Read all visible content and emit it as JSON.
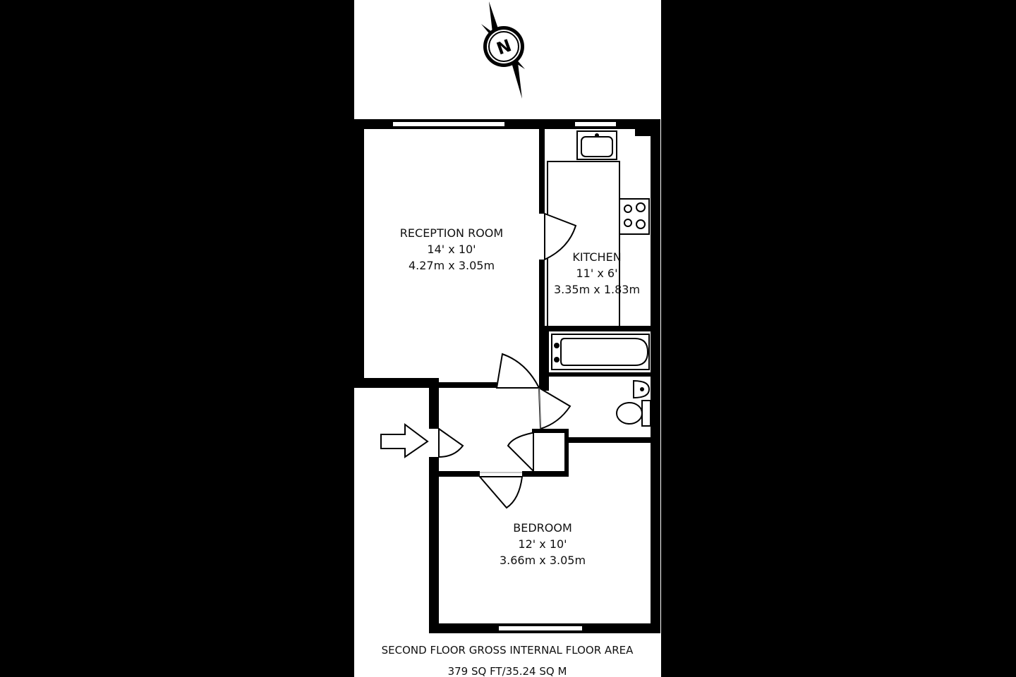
{
  "compass": {
    "letter": "N"
  },
  "rooms": {
    "reception": {
      "name": "RECEPTION ROOM",
      "imperial": "14' x 10'",
      "metric": "4.27m x 3.05m"
    },
    "kitchen": {
      "name": "KITCHEN",
      "imperial": "11' x 6'",
      "metric": "3.35m x 1.83m"
    },
    "bedroom": {
      "name": "BEDROOM",
      "imperial": "12' x 10'",
      "metric": "3.66m x 3.05m"
    }
  },
  "caption": {
    "line1": "SECOND FLOOR GROSS INTERNAL FLOOR AREA",
    "line2": "379 SQ FT/35.24 SQ M"
  }
}
